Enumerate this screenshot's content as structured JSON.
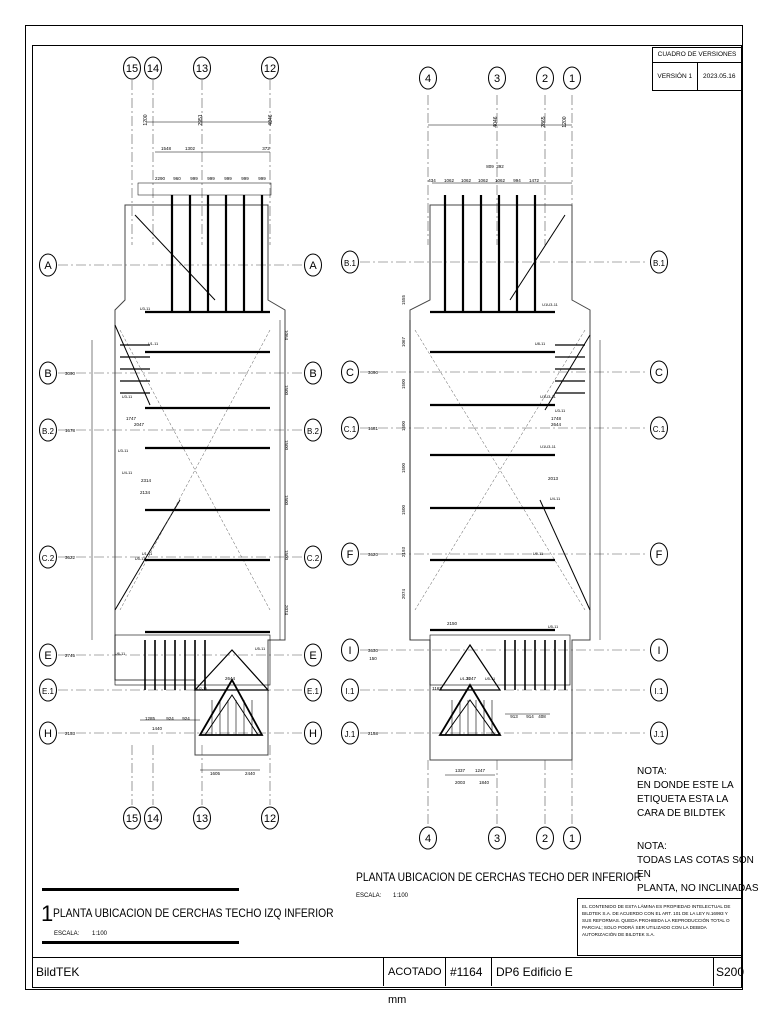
{
  "version_table": {
    "title": "CUADRO DE VERSIONES",
    "version": "VERSIÓN 1",
    "date": "2023.05.16"
  },
  "left_plan": {
    "title_number": "1",
    "title": "PLANTA UBICACION DE CERCHAS TECHO IZQ INFERIOR",
    "scale_label": "ESCALA:",
    "scale_value": "1:100",
    "top_axes": [
      "15",
      "14",
      "13",
      "12"
    ],
    "bottom_axes": [
      "15",
      "14",
      "13",
      "12"
    ],
    "row_axes": [
      "A",
      "B",
      "B.2",
      "C.2",
      "E",
      "E.1",
      "H"
    ],
    "top_dims": [
      "1200",
      "2951",
      "4046"
    ],
    "truss_dims_a": [
      "1548",
      "1302",
      "372"
    ],
    "truss_dims_b": [
      "2290",
      "960",
      "999",
      "999",
      "999",
      "999",
      "999"
    ],
    "left_levels": [
      "3090",
      "1678",
      "3622",
      "2745",
      "2153"
    ],
    "right_dims": [
      "1064",
      "1500",
      "1500",
      "1500",
      "1500",
      "2074"
    ],
    "small_labels": [
      "U3-11",
      "U3-11",
      "U3-11",
      "U1-11",
      "U4-11",
      "U1-11",
      "U6-11",
      "U2-11",
      "U5-11",
      "U5-11"
    ],
    "inner_dims": [
      "1747",
      "2047",
      "2314",
      "2134",
      "2644",
      "1285",
      "924",
      "924",
      "1440",
      "1605",
      "2440"
    ]
  },
  "right_plan": {
    "title": "PLANTA UBICACION DE CERCHAS TECHO DER INFERIOR",
    "scale_label": "ESCALA:",
    "scale_value": "1:100",
    "top_axes": [
      "4",
      "3",
      "2",
      "1"
    ],
    "bottom_axes": [
      "4",
      "3",
      "2",
      "1"
    ],
    "row_axes_left": [
      "B.1",
      "C",
      "C.1",
      "F",
      "I",
      "I.1",
      "J.1"
    ],
    "row_axes_right": [
      "B.1",
      "C",
      "C.1",
      "F",
      "I",
      "I.1",
      "J.1"
    ],
    "top_dims": [
      "4046",
      "2865",
      "1200"
    ],
    "truss_dims_a": [
      "809",
      "392"
    ],
    "truss_dims_b": [
      "434",
      "1062",
      "1062",
      "1062",
      "1062",
      "994",
      "1472"
    ],
    "left_levels": [
      "3090",
      "1681",
      "3620",
      "3630",
      "150",
      "2158"
    ],
    "left_dims": [
      "1555",
      "1067",
      "1500",
      "1500",
      "1500",
      "1500",
      "2193",
      "2074"
    ],
    "small_labels": [
      "U1U3-11",
      "U8-11",
      "U1U3-11",
      "U3-11",
      "U1U3-11",
      "U4-11",
      "U9-11",
      "U5-11",
      "U5-11",
      "U1-11"
    ],
    "inner_dims": [
      "1748",
      "2644",
      "2013",
      "2150",
      "2047",
      "1163",
      "913",
      "914",
      "408",
      "1337",
      "1247",
      "2003",
      "1840"
    ]
  },
  "notes": {
    "note1_title": "NOTA:",
    "note1_lines": [
      "EN DONDE ESTE LA",
      "ETIQUETA ESTA LA",
      "CARA DE BILDTEK"
    ],
    "note2_title": "NOTA:",
    "note2_lines": [
      "TODAS LAS COTAS SON EN",
      "PLANTA, NO INCLINADAS"
    ]
  },
  "legal_text": "EL CONTENIDO DE ESTA LÁMINA ES PROPIEDAD INTELECTUAL DE BILDTEK S.A. DE ACUERDO CON EL ART. 101 DE LA LEY N.16993 Y SUS REFORMAS. QUEDA PROHIBIDA LA REPRODUCCIÓN TOTAL O PARCIAL; SOLO PODRÁ SER UTILIZADO CON LA DEBIDA AUTORIZACIÓN DE BILDTEK S.A.",
  "title_block": {
    "company": "BildTEK",
    "units": "ACOTADO mm",
    "project_number": "#1164",
    "project": "DP6 Edificio E",
    "sheet": "S200"
  }
}
